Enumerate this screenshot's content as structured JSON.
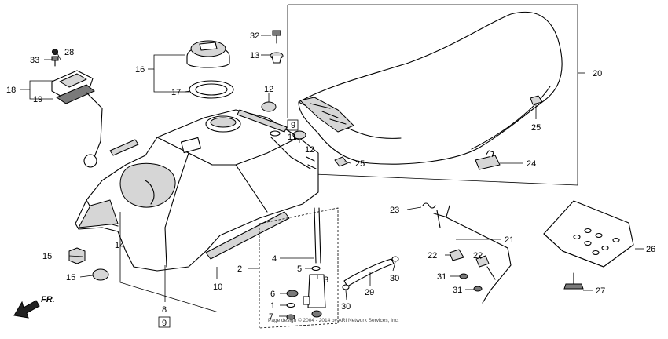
{
  "callouts": {
    "c1": "1",
    "c2": "2",
    "c3": "3",
    "c4": "4",
    "c5": "5",
    "c6": "6",
    "c7": "7",
    "c8": "8",
    "c9a": "9",
    "c9b": "9",
    "c10": "10",
    "c11": "11",
    "c12a": "12",
    "c12b": "12",
    "c13": "13",
    "c14": "14",
    "c15a": "15",
    "c15b": "15",
    "c16": "16",
    "c17": "17",
    "c18": "18",
    "c19": "19",
    "c20": "20",
    "c21": "21",
    "c22a": "22",
    "c22b": "22",
    "c23": "23",
    "c24": "24",
    "c25a": "25",
    "c25b": "25",
    "c26": "26",
    "c27": "27",
    "c28": "28",
    "c29": "29",
    "c30a": "30",
    "c30b": "30",
    "c31a": "31",
    "c31b": "31",
    "c32": "32",
    "c33": "33"
  },
  "direction_label": "FR.",
  "copyright": "Page design © 2004 - 2014 by ARI Network Services, Inc."
}
